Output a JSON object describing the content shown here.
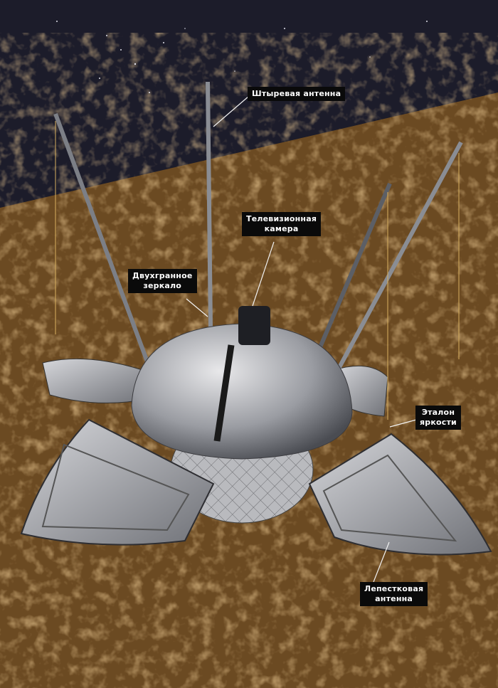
{
  "labels": {
    "whip_antenna": "Штыревая антенна",
    "tv_camera_line1": "Телевизионная",
    "tv_camera_line2": "камера",
    "dihedral_mirror_line1": "Двухгранное",
    "dihedral_mirror_line2": "зеркало",
    "brightness_standard_line1": "Эталон",
    "brightness_standard_line2": "яркости",
    "petal_antenna_line1": "Лепестковая",
    "petal_antenna_line2": "антенна"
  },
  "colors": {
    "sky": "#1c1c2a",
    "ground": "#6b4a22",
    "label_bg": "#0a0a0a",
    "label_text": "#ffffff"
  }
}
